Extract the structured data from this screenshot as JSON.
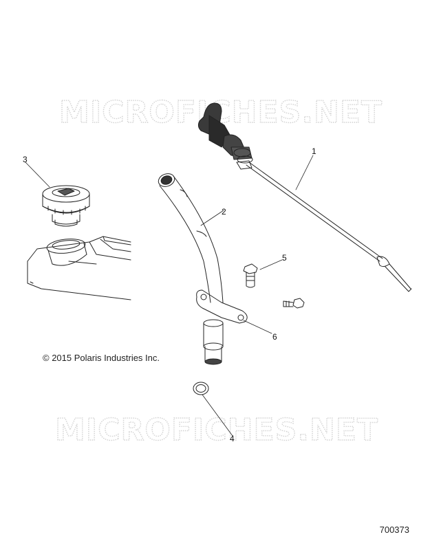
{
  "watermark": "MICROFICHES.NET",
  "copyright": "© 2015 Polaris Industries Inc.",
  "drawing_number": "700373",
  "callouts": {
    "c1": "1",
    "c2": "2",
    "c3": "3",
    "c4": "4",
    "c5": "5",
    "c6": "6"
  },
  "colors": {
    "line": "#222222",
    "watermark": "#d2d2d2"
  }
}
